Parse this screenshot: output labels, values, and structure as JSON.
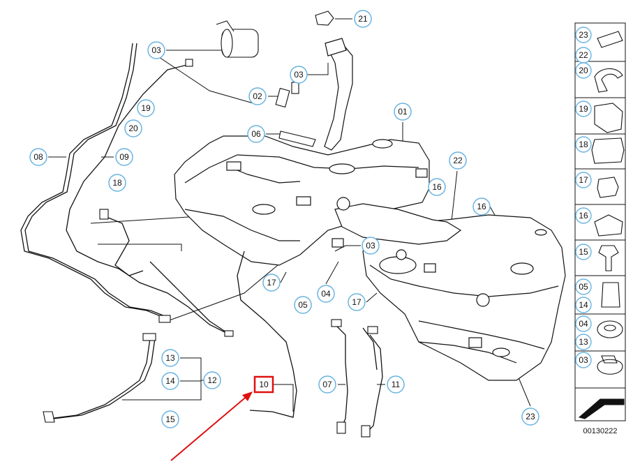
{
  "diagram": {
    "callouts": {
      "c01": "01",
      "c02": "02",
      "c03a": "03",
      "c03b": "03",
      "c03c": "03",
      "c04": "04",
      "c05": "05",
      "c06": "06",
      "c07": "07",
      "c08": "08",
      "c09": "09",
      "c10": "10",
      "c11": "11",
      "c12": "12",
      "c13": "13",
      "c14": "14",
      "c15": "15",
      "c16a": "16",
      "c16b": "16",
      "c17a": "17",
      "c17b": "17",
      "c18": "18",
      "c19": "19",
      "c20": "20",
      "c21": "21",
      "c22": "22",
      "c23": "23"
    },
    "highlighted_callout": "10",
    "highlight_color": "#e01010",
    "callout_ring_color": "#6ab4e0",
    "line_color": "#111111"
  },
  "legend": {
    "items": [
      {
        "label": "23",
        "icon": "sealing-strip-icon"
      },
      {
        "label": "22",
        "icon": "sealing-strip-icon"
      },
      {
        "label": "20",
        "icon": "hose-clip-icon"
      },
      {
        "label": "19",
        "icon": "multi-line-clip-icon"
      },
      {
        "label": "18",
        "icon": "triple-line-clip-icon"
      },
      {
        "label": "17",
        "icon": "rubber-mount-icon"
      },
      {
        "label": "16",
        "icon": "rubber-mount-icon"
      },
      {
        "label": "15",
        "icon": "hex-bolt-icon"
      },
      {
        "label": "05",
        "icon": "spacer-sleeve-icon"
      },
      {
        "label": "14",
        "icon": "spacer-sleeve-icon"
      },
      {
        "label": "04",
        "icon": "grommet-icon"
      },
      {
        "label": "13",
        "icon": "grommet-icon"
      },
      {
        "label": "03",
        "icon": "hose-clamp-icon"
      }
    ],
    "part_number": "00130222"
  }
}
